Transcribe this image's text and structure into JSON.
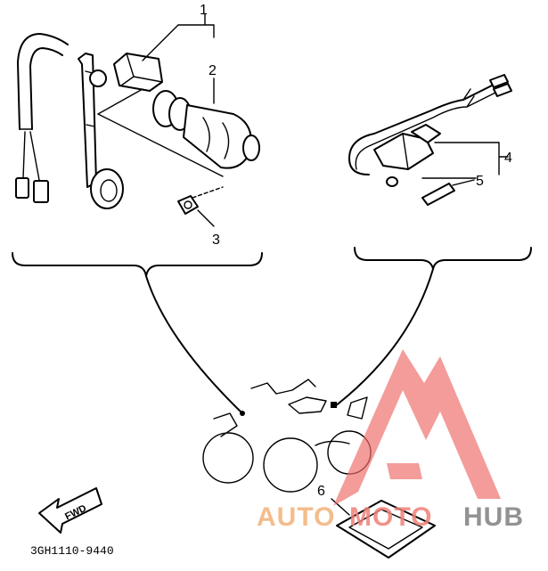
{
  "diagram": {
    "callouts": [
      "1",
      "2",
      "3",
      "4",
      "5",
      "6"
    ],
    "part_code": "3GH1110-9440",
    "forward_arrow_label": "FWD"
  },
  "watermark": {
    "word_auto": "AUTO",
    "word_moto": "MOTO",
    "word_hub": "HUB",
    "colors": {
      "auto": "#f3b178",
      "moto": "#ef7f77",
      "hub": "#7f7f7f",
      "logo": "#ee6e6a"
    }
  }
}
